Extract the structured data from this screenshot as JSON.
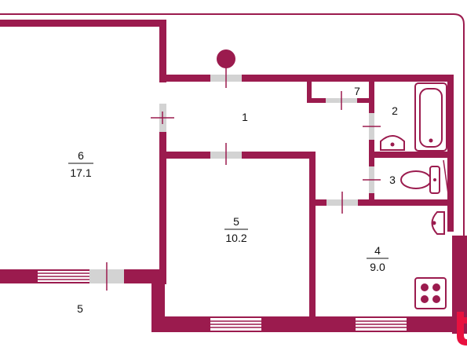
{
  "colors": {
    "wall": "#9b1b4e",
    "opening": "#d3d3d3",
    "ink": "#111111",
    "bg": "#ffffff"
  },
  "rooms": [
    {
      "id": "room-6",
      "number": "6",
      "area": "17.1"
    },
    {
      "id": "room-1",
      "number": "1",
      "area": ""
    },
    {
      "id": "room-7",
      "number": "7",
      "area": ""
    },
    {
      "id": "room-2",
      "number": "2",
      "area": ""
    },
    {
      "id": "room-3",
      "number": "3",
      "area": ""
    },
    {
      "id": "room-5",
      "number": "5",
      "area": "10.2"
    },
    {
      "id": "room-4",
      "number": "4",
      "area": "9.0"
    },
    {
      "id": "room-5-balcony",
      "number": "5",
      "area": ""
    }
  ],
  "fixtures": [
    "bathtub",
    "washbasin",
    "toilet",
    "sink",
    "stove",
    "entrance-marker"
  ],
  "logo": {
    "text": "t"
  }
}
